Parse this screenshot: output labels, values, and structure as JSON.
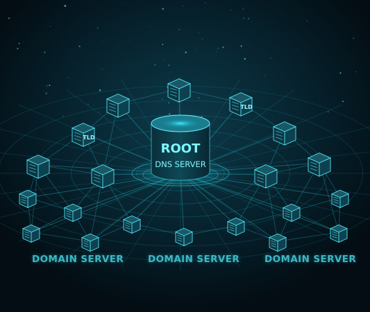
{
  "root_server": {
    "line1": "ROOT",
    "line2": "DNS SERVER"
  },
  "tld_label": "TLD",
  "domain_label": "DOMAIN SERVER",
  "colors": {
    "background": "#04121a",
    "accent": "#2fd6e6",
    "grid": "#1b8fa0",
    "node_face": "#0b3440"
  },
  "icons": {
    "root": "cylinder-server-icon",
    "tld": "cube-server-icon",
    "domain": "cube-server-icon"
  }
}
